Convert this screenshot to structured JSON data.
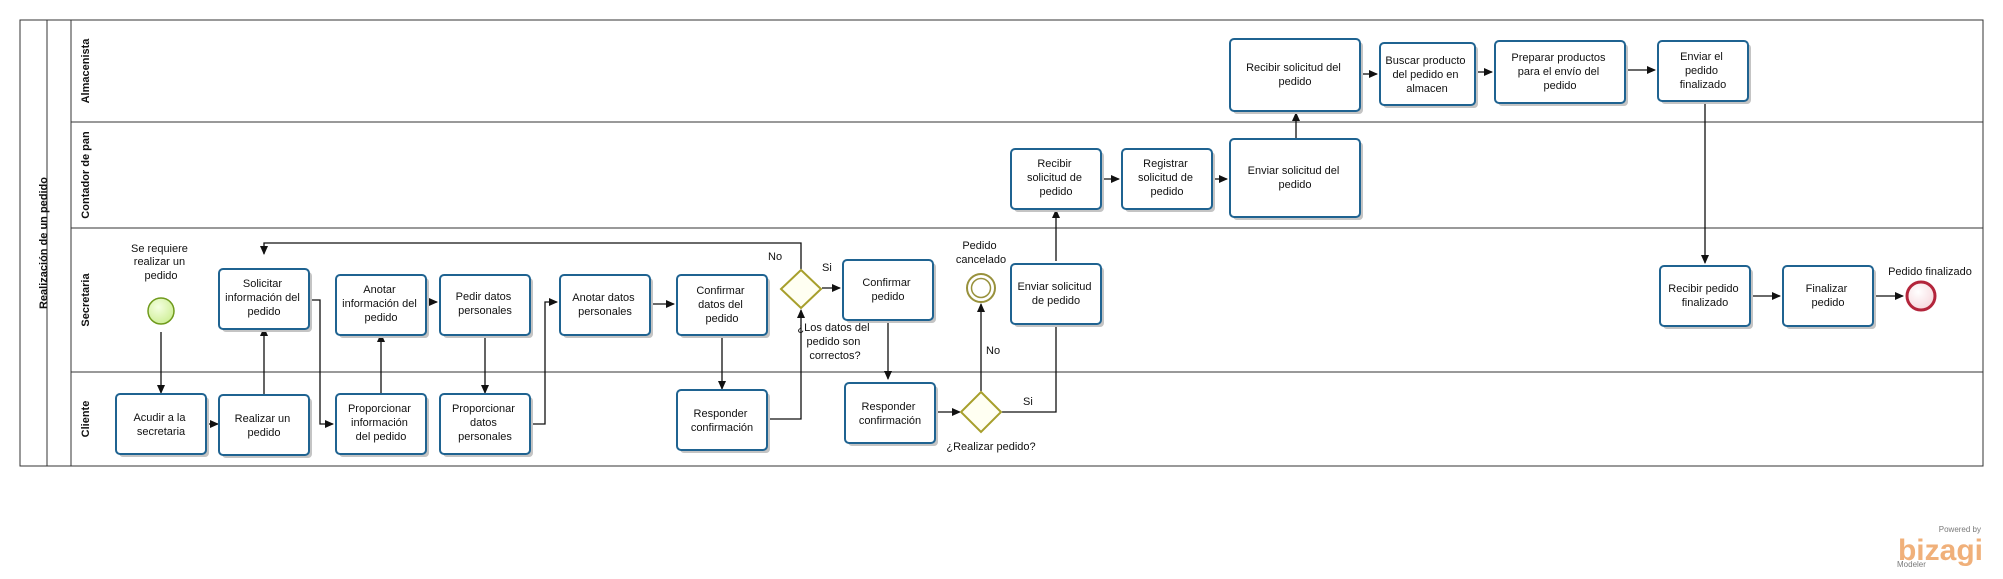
{
  "pool": {
    "title": "Realización de un pedido"
  },
  "lanes": {
    "almacenista": "Almacenista",
    "contador": "Contador de pan",
    "secretaria": "Secretaria",
    "cliente": "Cliente"
  },
  "tasks": {
    "acudir": [
      "Acudir a la",
      "secretaria"
    ],
    "realizar": [
      "Realizar un",
      "pedido"
    ],
    "solicitar_info": [
      "Solicitar",
      "información del",
      "pedido"
    ],
    "proporcionar_info": [
      "Proporcionar",
      "información",
      "del pedido"
    ],
    "anotar_info": [
      "Anotar",
      "información del",
      "pedido"
    ],
    "pedir_datos": [
      "Pedir datos",
      "personales"
    ],
    "proporcionar_datos": [
      "Proporcionar",
      "datos",
      "personales"
    ],
    "anotar_datos": [
      "Anotar datos",
      "personales"
    ],
    "confirmar_datos": [
      "Confirmar",
      "datos del",
      "pedido"
    ],
    "responder_conf_1": [
      "Responder",
      "confirmación"
    ],
    "confirmar_pedido": [
      "Confirmar",
      "pedido"
    ],
    "responder_conf_2": [
      "Responder",
      "confirmación"
    ],
    "enviar_solicitud_sec": [
      "Enviar solicitud",
      "de pedido"
    ],
    "recibir_solicitud_cont": [
      "Recibir",
      "solicitud de",
      "pedido"
    ],
    "registrar_solicitud": [
      "Registrar",
      "solicitud de",
      "pedido"
    ],
    "enviar_solicitud_cont": [
      "Enviar solicitud del",
      "pedido"
    ],
    "recibir_solicitud_alm": [
      "Recibir solicitud del",
      "pedido"
    ],
    "buscar_producto": [
      "Buscar producto",
      "del pedido en",
      "almacen"
    ],
    "preparar_productos": [
      "Preparar productos",
      "para  el envío del",
      "pedido"
    ],
    "enviar_finalizado": [
      "Enviar el",
      "pedido",
      "finalizado"
    ],
    "recibir_finalizado": [
      "Recibir pedido",
      "finalizado"
    ],
    "finalizar_pedido": [
      "Finalizar",
      "pedido"
    ]
  },
  "events": {
    "start": [
      "Se requiere",
      "realizar un",
      "pedido"
    ],
    "cancelado": [
      "Pedido",
      "cancelado"
    ],
    "finalizado": [
      "Pedido finalizado"
    ]
  },
  "gateways": {
    "datos_correctos": [
      "¿Los datos del",
      "pedido son",
      "correctos?"
    ],
    "realizar_pedido": [
      "¿Realizar pedido?"
    ]
  },
  "flow_labels": {
    "no_1": "No",
    "si_1": "Si",
    "no_2": "No",
    "si_2": "Si"
  },
  "branding": {
    "powered_by": "Powered by",
    "logo": "bizagi",
    "product": "Modeler"
  },
  "colors": {
    "task_border": "#1f6391",
    "gateway_border": "#a79f2c",
    "start_fill": "#d8f5a2",
    "start_border": "#6f9a1c",
    "end_border": "#b3253b",
    "logo": "#f0b07a"
  }
}
